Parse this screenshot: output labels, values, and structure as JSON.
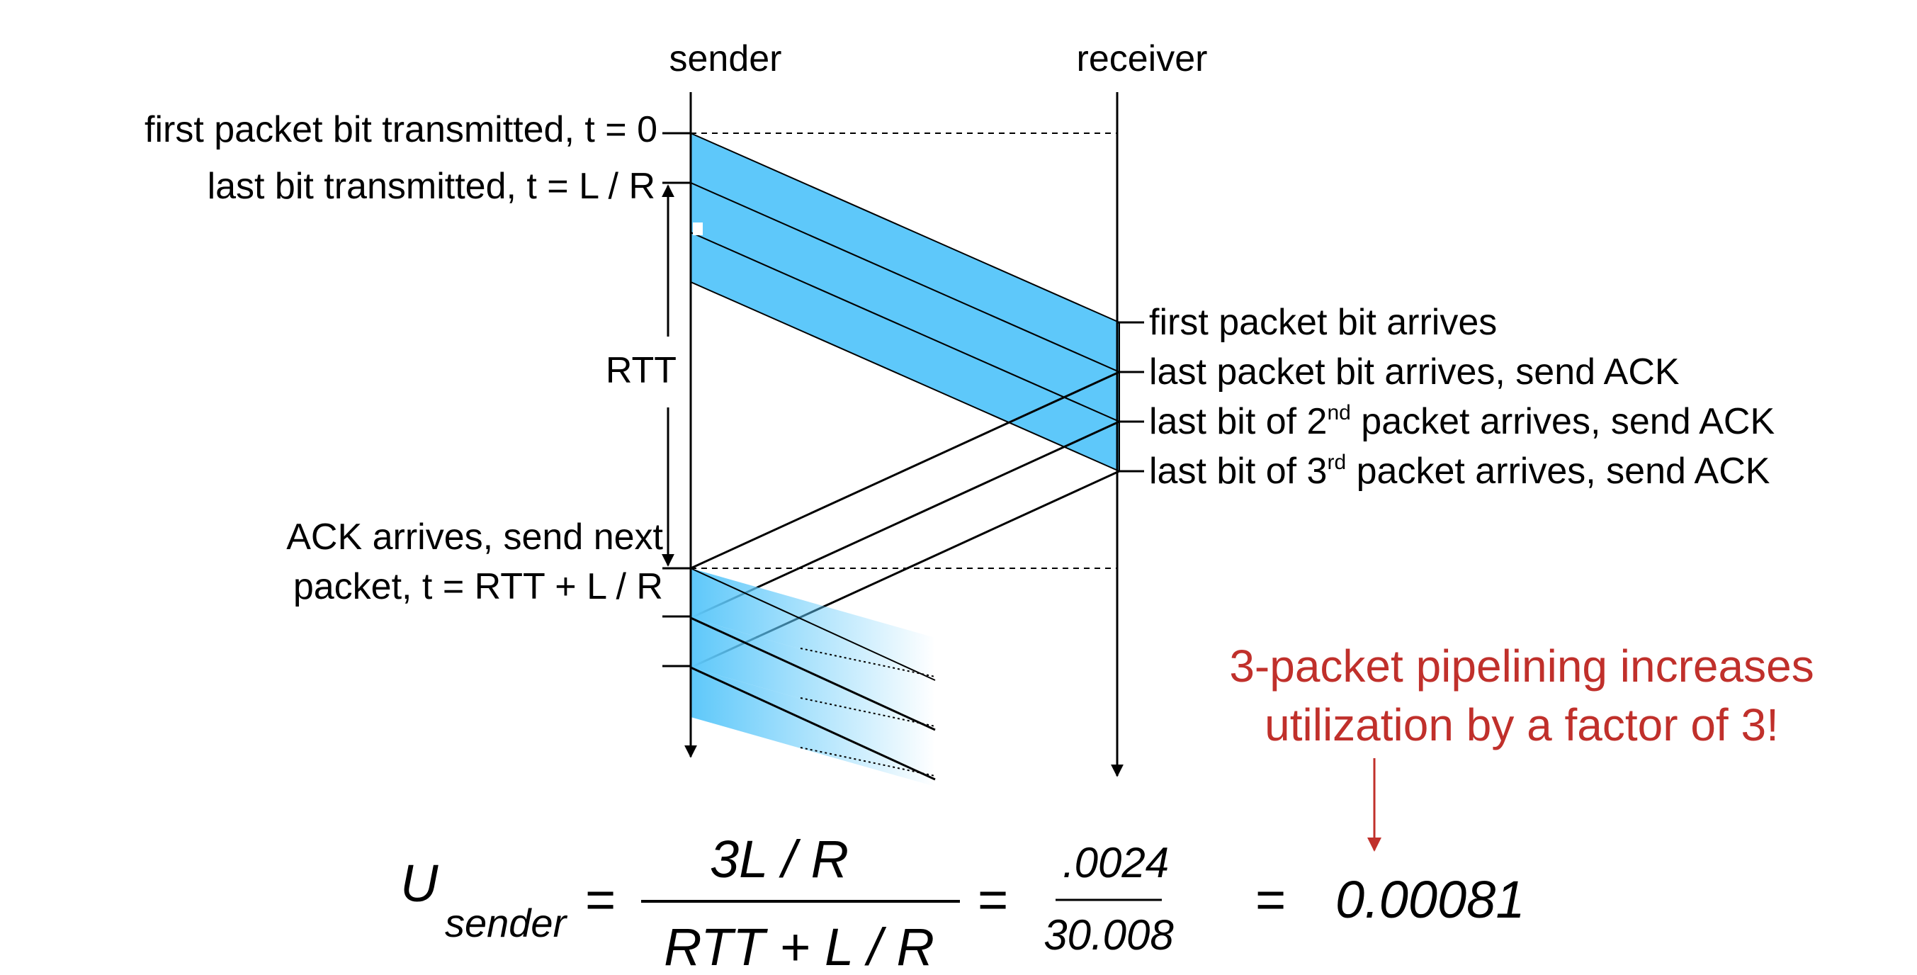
{
  "header": {
    "sender": "sender",
    "receiver": "receiver"
  },
  "left_labels": {
    "first_bit": "first packet bit transmitted, t = 0",
    "last_bit": "last bit transmitted, t = L / R",
    "rtt": "RTT",
    "ack_line1": "ACK arrives, send next",
    "ack_line2": "packet, t = RTT + L / R"
  },
  "right_labels": {
    "first_arrives": "first packet bit arrives",
    "last_arrives": "last packet bit arrives, send ACK",
    "second_pre": "last bit of 2",
    "second_sup": "nd",
    "second_post": " packet arrives, send ACK",
    "third_pre": "last bit of 3",
    "third_sup": "rd",
    "third_post": " packet arrives, send ACK"
  },
  "note": {
    "line1": "3-packet pipelining increases",
    "line2": "utilization by a factor of 3!"
  },
  "equation": {
    "u": "U",
    "sub": "sender",
    "eq1": "=",
    "num1": "3L / R",
    "den1": "RTT + L / R",
    "eq2": "=",
    "num2": ".0024",
    "den2": "30.008",
    "eq3": "=",
    "result": "0.00081"
  },
  "colors": {
    "packet_fill": "#5ec8fa",
    "note_red": "#c0302b",
    "line": "#000000"
  }
}
